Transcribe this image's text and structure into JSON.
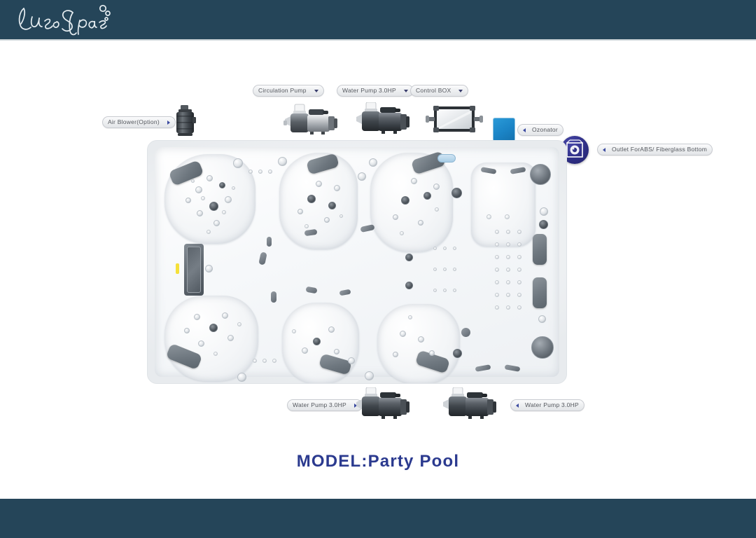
{
  "brand": {
    "name": "Luso Spas",
    "header_color": "#254559",
    "footer_color": "#254559"
  },
  "callouts": [
    {
      "id": "air-blower",
      "label": "Air Blower(Option)",
      "marker": "triangle-right"
    },
    {
      "id": "circulation-pump",
      "label": "Circulation Pump",
      "marker": "triangle-down"
    },
    {
      "id": "water-pump-top",
      "label": "Water Pump 3.0HP",
      "marker": "triangle-down"
    },
    {
      "id": "control-box",
      "label": "Control BOX",
      "marker": "triangle-down"
    },
    {
      "id": "ozonator",
      "label": "Ozonator",
      "marker": "triangle-left"
    },
    {
      "id": "outlet",
      "label": "Outlet ForABS/ Fiberglass Bottom",
      "marker": "triangle-left"
    },
    {
      "id": "water-pump-bottom-left",
      "label": "Water Pump 3.0HP",
      "marker": "triangle-right"
    },
    {
      "id": "water-pump-bottom-right",
      "label": "Water Pump 3.0HP",
      "marker": "triangle-left"
    }
  ],
  "components": {
    "air_blower": "air-blower-icon",
    "circulation_pump": "circulation-pump-icon",
    "water_pump_top": "water-pump-icon",
    "control_box": "control-box-icon",
    "ozonator_chip": "ozonator-chip-icon",
    "outlet_badge": "outlet-fitting-icon",
    "water_pump_bottom_left": "water-pump-icon",
    "water_pump_bottom_right": "water-pump-icon"
  },
  "product": {
    "image_name": "spa-top-view-photo",
    "model_caption": "MODEL:Party Pool",
    "caption_color": "#2b3a8f"
  },
  "colors": {
    "accent_navy": "#2b3a8f",
    "ozonator_blue": "#1b84c6",
    "badge_indigo": "#2f2f86",
    "bar_teal": "#254559"
  }
}
